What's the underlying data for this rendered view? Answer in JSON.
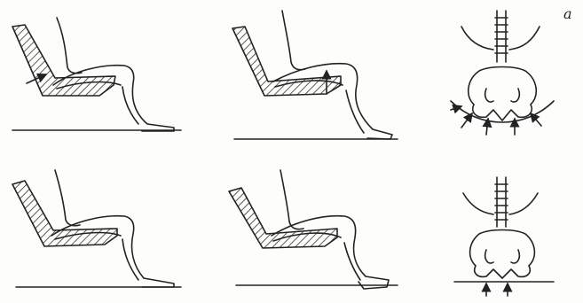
{
  "figure": {
    "panel_label": "a",
    "panels": [
      {
        "name": "seated-figure-reclined-seat-top-left",
        "pressure_arrows": 1
      },
      {
        "name": "seated-figure-upright-seat-top-middle",
        "pressure_arrows": 1
      },
      {
        "name": "pelvis-frontal-view-top",
        "pressure_arrows": 5
      },
      {
        "name": "seated-figure-reclined-seat-bottom-left",
        "pressure_arrows": 0
      },
      {
        "name": "seated-figure-upright-seat-bottom-middle",
        "pressure_arrows": 0
      },
      {
        "name": "pelvis-frontal-view-bottom",
        "pressure_arrows": 2
      }
    ],
    "colors": {
      "ink": "#222222",
      "hatch": "#333333",
      "paper": "#fdfdfb"
    }
  }
}
